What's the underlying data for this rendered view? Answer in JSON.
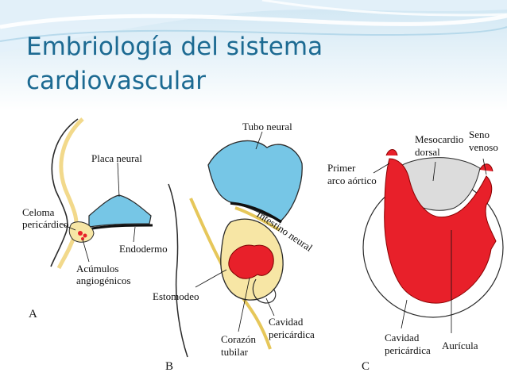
{
  "slide": {
    "title_line1": "Embriología del sistema",
    "title_line2": "cardiovascular"
  },
  "colors": {
    "title": "#1c6a92",
    "neural_blue": "#76c6e6",
    "heart_red": "#e8202a",
    "tube_yellow": "#f7e6a5",
    "outline": "#2a2a2a"
  },
  "diagram": {
    "panel_a": {
      "letter": "A",
      "placa_neural": "Placa neural",
      "celoma_line1": "Celoma",
      "celoma_line2": "pericárdico",
      "endodermo": "Endodermo",
      "acumulos_line1": "Acúmulos",
      "acumulos_line2": "angiogénicos"
    },
    "panel_b": {
      "letter": "B",
      "tubo_neural": "Tubo neural",
      "intestino_neural": "Intestino neural",
      "estomodeo": "Estomodeo",
      "corazon_line1": "Corazón",
      "corazon_line2": "tubilar",
      "cavidad_line1": "Cavidad",
      "cavidad_line2": "pericárdica"
    },
    "panel_c": {
      "letter": "C",
      "mesocardio_line1": "Mesocardio",
      "mesocardio_line2": "dorsal",
      "seno_line1": "Seno",
      "seno_line2": "venoso",
      "primer_line1": "Primer",
      "primer_line2": "arco aórtico",
      "cavidad_line1": "Cavidad",
      "cavidad_line2": "pericárdica",
      "auricula": "Aurícula"
    }
  }
}
